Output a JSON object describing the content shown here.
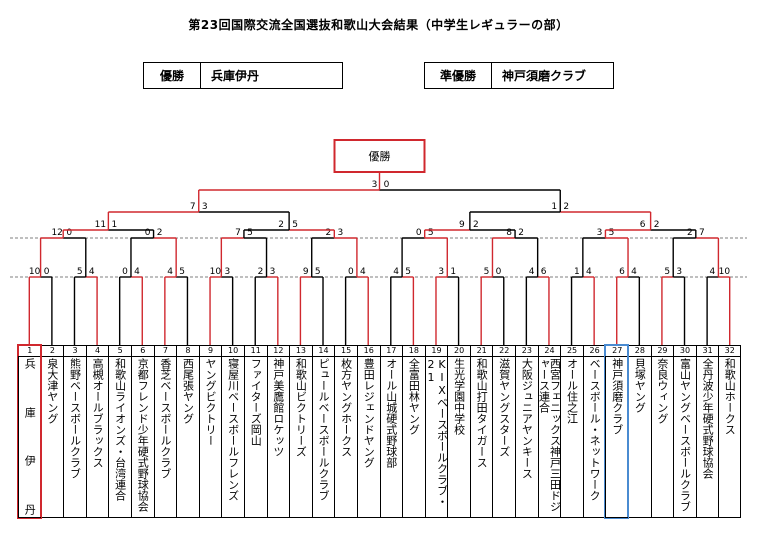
{
  "title": "第23回国際交流全国選抜和歌山大会結果（中学生レギュラーの部）",
  "champion": {
    "label": "優勝",
    "team": "兵庫伊丹"
  },
  "runner_up": {
    "label": "準優勝",
    "team": "神戸須磨クラブ"
  },
  "final_box_label": "優勝",
  "scores": {
    "final": [
      "3",
      "0"
    ],
    "semi_left": [
      "7",
      "3"
    ],
    "semi_right": [
      "1",
      "2"
    ],
    "qf": [
      [
        "11",
        "1"
      ],
      [
        "2",
        "5"
      ],
      [
        "9",
        "2"
      ],
      [
        "6",
        "2"
      ]
    ],
    "r16": [
      [
        "12",
        "0"
      ],
      [
        "0",
        "2"
      ],
      [
        "7",
        "5"
      ],
      [
        "2",
        "3"
      ],
      [
        "0",
        "5"
      ],
      [
        "8",
        "2"
      ],
      [
        "3",
        "5"
      ],
      [
        "2",
        "7"
      ]
    ],
    "r32": [
      [
        "10",
        "0"
      ],
      [
        "5",
        "4"
      ],
      [
        "0",
        "4"
      ],
      [
        "4",
        "5"
      ],
      [
        "10",
        "3"
      ],
      [
        "2",
        "3"
      ],
      [
        "9",
        "5"
      ],
      [
        "0",
        "4"
      ],
      [
        "4",
        "5"
      ],
      [
        "3",
        "1"
      ],
      [
        "5",
        "0"
      ],
      [
        "4",
        "6"
      ],
      [
        "1",
        "4"
      ],
      [
        "6",
        "4"
      ],
      [
        "5",
        "3"
      ],
      [
        "4",
        "10"
      ]
    ]
  },
  "teams": [
    {
      "num": "1",
      "name": "兵庫伊丹"
    },
    {
      "num": "2",
      "name": "泉大津ヤング"
    },
    {
      "num": "3",
      "name": "熊野ベースボールクラブ"
    },
    {
      "num": "4",
      "name": "高槻オールブラックス"
    },
    {
      "num": "5",
      "name": "和歌山ライオンズ・台湾連合"
    },
    {
      "num": "6",
      "name": "京都フレンド少年硬式野球協会"
    },
    {
      "num": "7",
      "name": "香芝ベースボールクラブ"
    },
    {
      "num": "8",
      "name": "西尾張ヤング"
    },
    {
      "num": "9",
      "name": "ヤングビクトリー"
    },
    {
      "num": "10",
      "name": "寝屋川ベースボールフレンズ"
    },
    {
      "num": "11",
      "name": "ファイターズ岡山"
    },
    {
      "num": "12",
      "name": "神戸美鷹館ロケッツ"
    },
    {
      "num": "13",
      "name": "和歌山ビクトリーズ"
    },
    {
      "num": "14",
      "name": "ピュールベースボールクラブ"
    },
    {
      "num": "15",
      "name": "枚方ヤングホークス"
    },
    {
      "num": "16",
      "name": "豊田レジェンドヤング"
    },
    {
      "num": "17",
      "name": "オール山城硬式野球部"
    },
    {
      "num": "18",
      "name": "全富田林ヤング"
    },
    {
      "num": "19",
      "name": "KIXベースボールクラブ・21"
    },
    {
      "num": "20",
      "name": "生光学園中学校"
    },
    {
      "num": "21",
      "name": "和歌山打田タイガース"
    },
    {
      "num": "22",
      "name": "滋賀ヤングスターズ"
    },
    {
      "num": "23",
      "name": "大阪ジュニアヤンキース"
    },
    {
      "num": "24",
      "name": "西宮フェニックス神戸三田ドジャース連合"
    },
    {
      "num": "25",
      "name": "オール住之江"
    },
    {
      "num": "26",
      "name": "ベースボール・ネットワーク"
    },
    {
      "num": "27",
      "name": "神戸須磨クラブ"
    },
    {
      "num": "28",
      "name": "貝塚ヤング"
    },
    {
      "num": "29",
      "name": "奈良ウィング"
    },
    {
      "num": "30",
      "name": "富山ヤングベースボールクラブ"
    },
    {
      "num": "31",
      "name": "全丹波少年硬式野球協会"
    },
    {
      "num": "32",
      "name": "和歌山ホークス"
    }
  ],
  "colors": {
    "win_line": "#d0282e",
    "lose_line": "#000000",
    "runner_outline": "#4a8bd1",
    "dashed": "#555555"
  }
}
